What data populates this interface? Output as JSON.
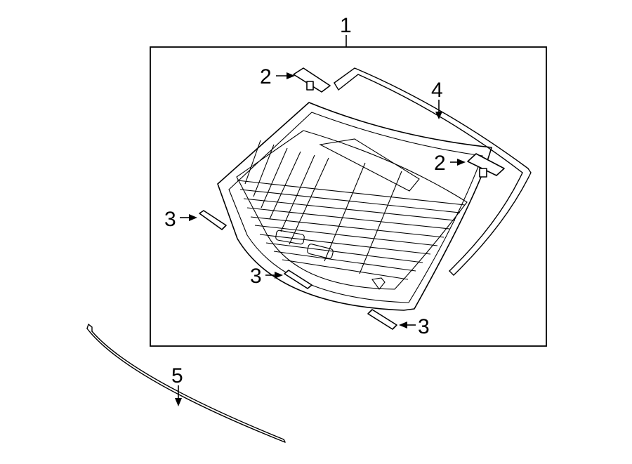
{
  "diagram": {
    "callouts": {
      "assembly": "1",
      "bracket_left": "2",
      "bracket_right": "2",
      "spacer_left": "3",
      "spacer_center": "3",
      "spacer_lower": "3",
      "upper_molding": "4",
      "lower_molding": "5"
    }
  }
}
